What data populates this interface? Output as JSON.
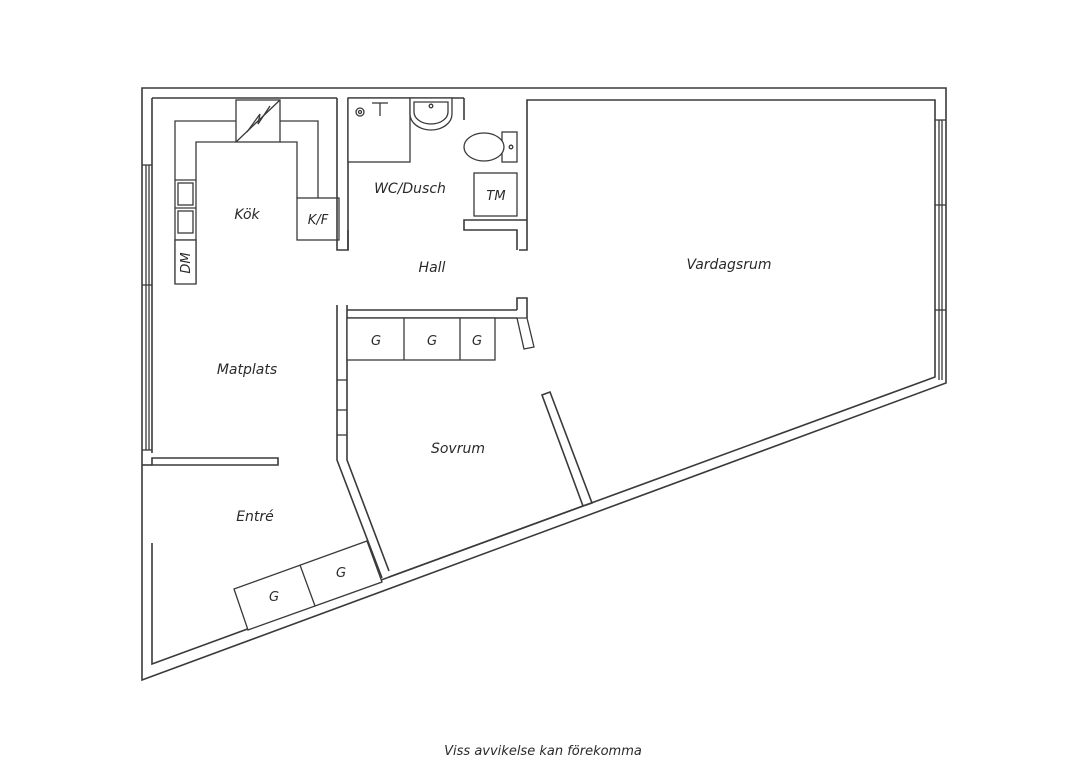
{
  "rooms": {
    "kok": "Kök",
    "wc_dusch": "WC/Dusch",
    "hall": "Hall",
    "vardagsrum": "Vardagsrum",
    "matplats": "Matplats",
    "sovrum": "Sovrum",
    "entre": "Entré"
  },
  "fixtures": {
    "kf": "K/F",
    "tm": "TM",
    "dm": "DM",
    "closet": "G"
  },
  "caption": "Viss avvikelse kan förekomma",
  "colors": {
    "line": "#3a3a3a",
    "background": "#ffffff"
  }
}
